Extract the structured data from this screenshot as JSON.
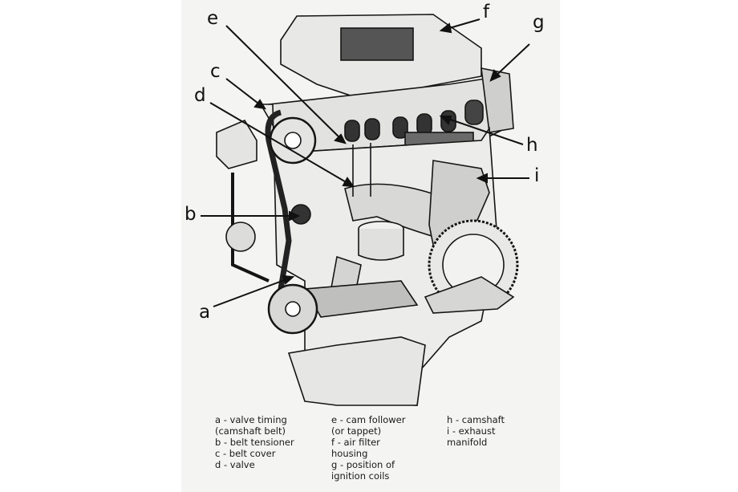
{
  "labels": {
    "a": "a",
    "b": "b",
    "c": "c",
    "d": "d",
    "e": "e",
    "f": "f",
    "g": "g",
    "h": "h",
    "i": "i"
  },
  "legend": {
    "col1": [
      "a - valve timing",
      "(camshaft belt)",
      "b - belt tensioner",
      "c - belt cover",
      "d - valve"
    ],
    "col2": [
      "e - cam follower",
      "(or tappet)",
      "f - air filter",
      "housing",
      "g - position of",
      "ignition coils"
    ],
    "col3": [
      "h - camshaft",
      "i - exhaust",
      "manifold"
    ]
  }
}
